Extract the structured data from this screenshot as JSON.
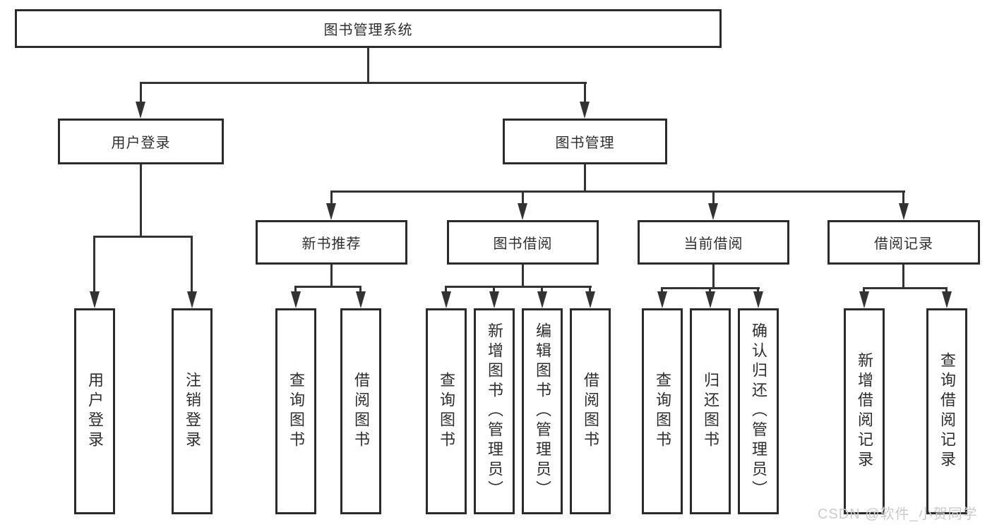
{
  "diagram": {
    "title": "图书管理系统",
    "watermark": "CSDN @软件_小贺同学",
    "colors": {
      "line": "#333333",
      "box_border": "#2b2b2b",
      "text": "#2e2e2e",
      "watermark": "#cbcbcb",
      "background": "#ffffff"
    },
    "tree": {
      "root": {
        "label": "图书管理系统"
      },
      "branches": [
        {
          "label": "用户登录",
          "children": [
            "用户登录",
            "注销登录"
          ]
        },
        {
          "label": "图书管理",
          "groups": [
            {
              "label": "新书推荐",
              "children": [
                "查询图书",
                "借阅图书"
              ]
            },
            {
              "label": "图书借阅",
              "children": [
                "查询图书",
                "新增图书（管理员）",
                "编辑图书（管理员）",
                "借阅图书"
              ]
            },
            {
              "label": "当前借阅",
              "children": [
                "查询图书",
                "归还图书",
                "确认归还（管理员）"
              ]
            },
            {
              "label": "借阅记录",
              "children": [
                "新增借阅记录",
                "查询借阅记录"
              ]
            }
          ]
        }
      ]
    }
  }
}
